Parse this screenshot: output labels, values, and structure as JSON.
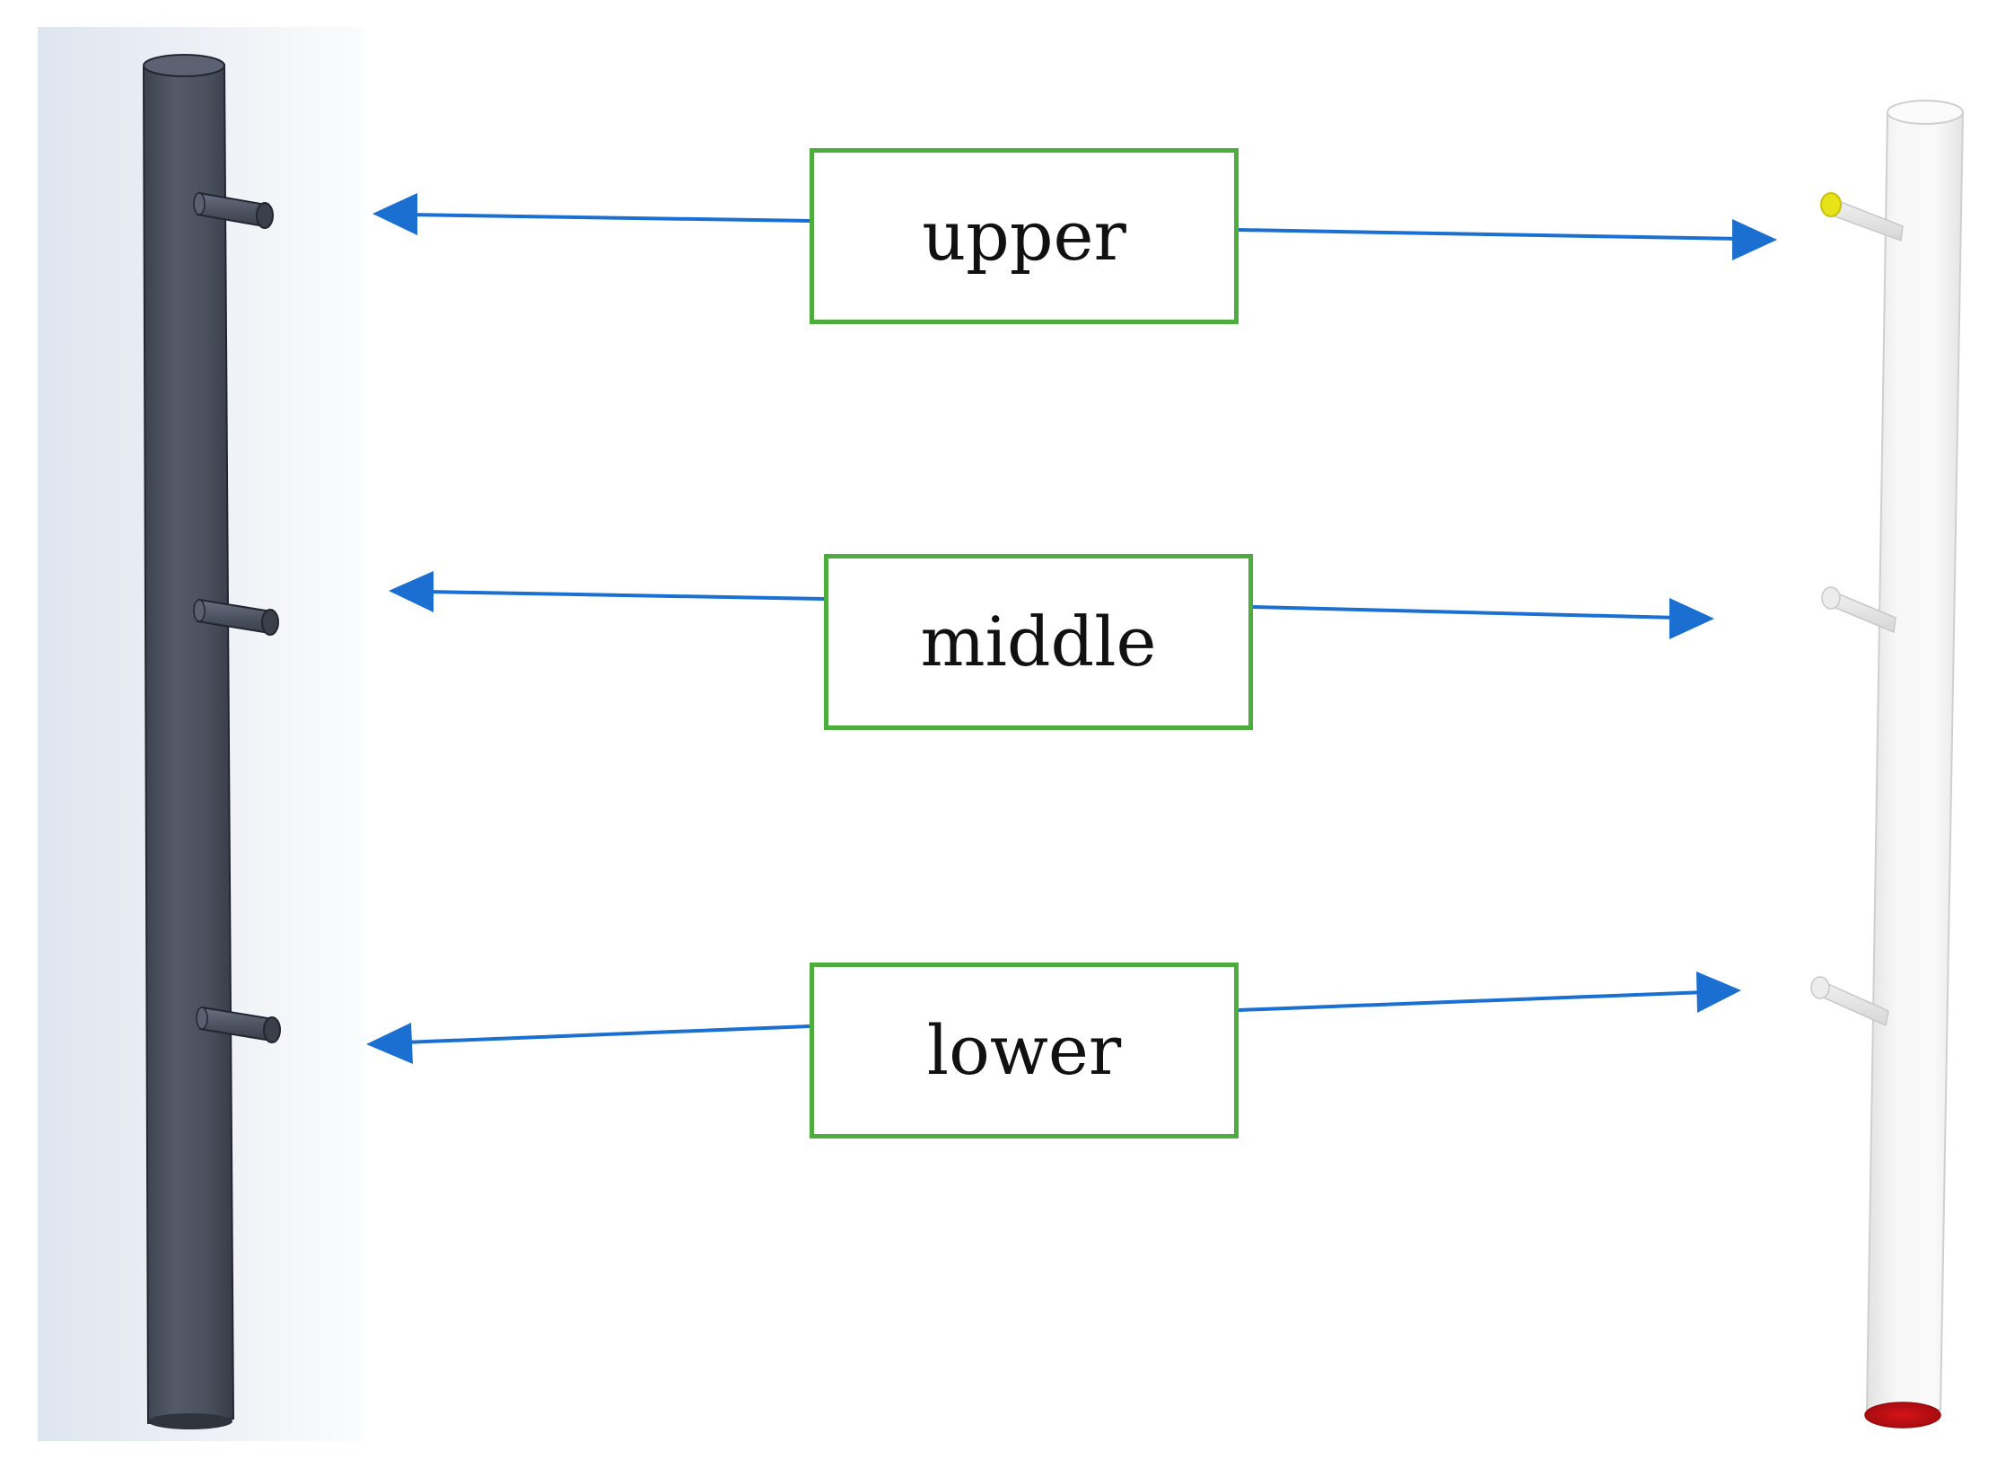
{
  "labels": {
    "upper": "upper",
    "middle": "middle",
    "lower": "lower"
  },
  "colors": {
    "arrow": "#1a6fd1",
    "box_border": "#4cac3c",
    "solid_model": "#4a4f5c",
    "transparent_model": "#f3f3f3",
    "outlet_marker": "#e8e21a",
    "inlet_marker": "#c80f14"
  }
}
